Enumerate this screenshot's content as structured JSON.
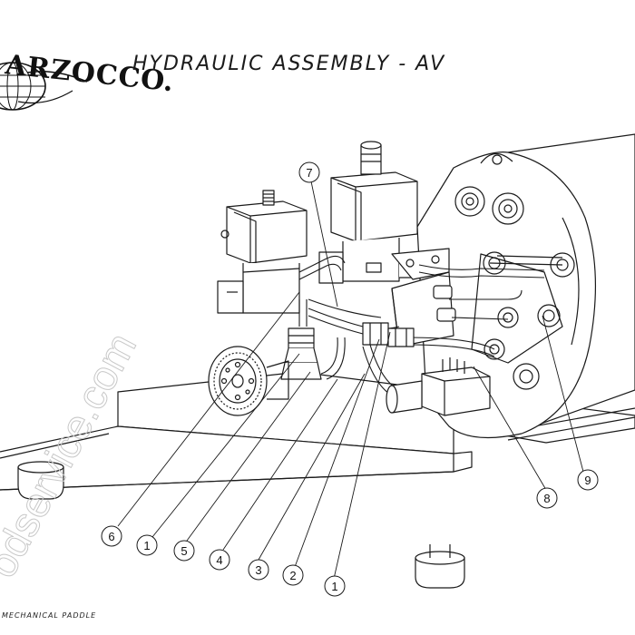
{
  "header": {
    "brand_name": "ARZOCCO.",
    "title": "HYDRAULIC ASSEMBLY - AV"
  },
  "footer": {
    "note": "MECHANICAL PADDLE"
  },
  "callouts": [
    "6",
    "1",
    "5",
    "4",
    "3",
    "2",
    "1",
    "8",
    "9",
    "7"
  ],
  "icons": [
    "globe-logo-icon"
  ],
  "colors": {
    "line": "#1a1a1a",
    "paper": "#ffffff",
    "shade": "#d8d8d8"
  }
}
